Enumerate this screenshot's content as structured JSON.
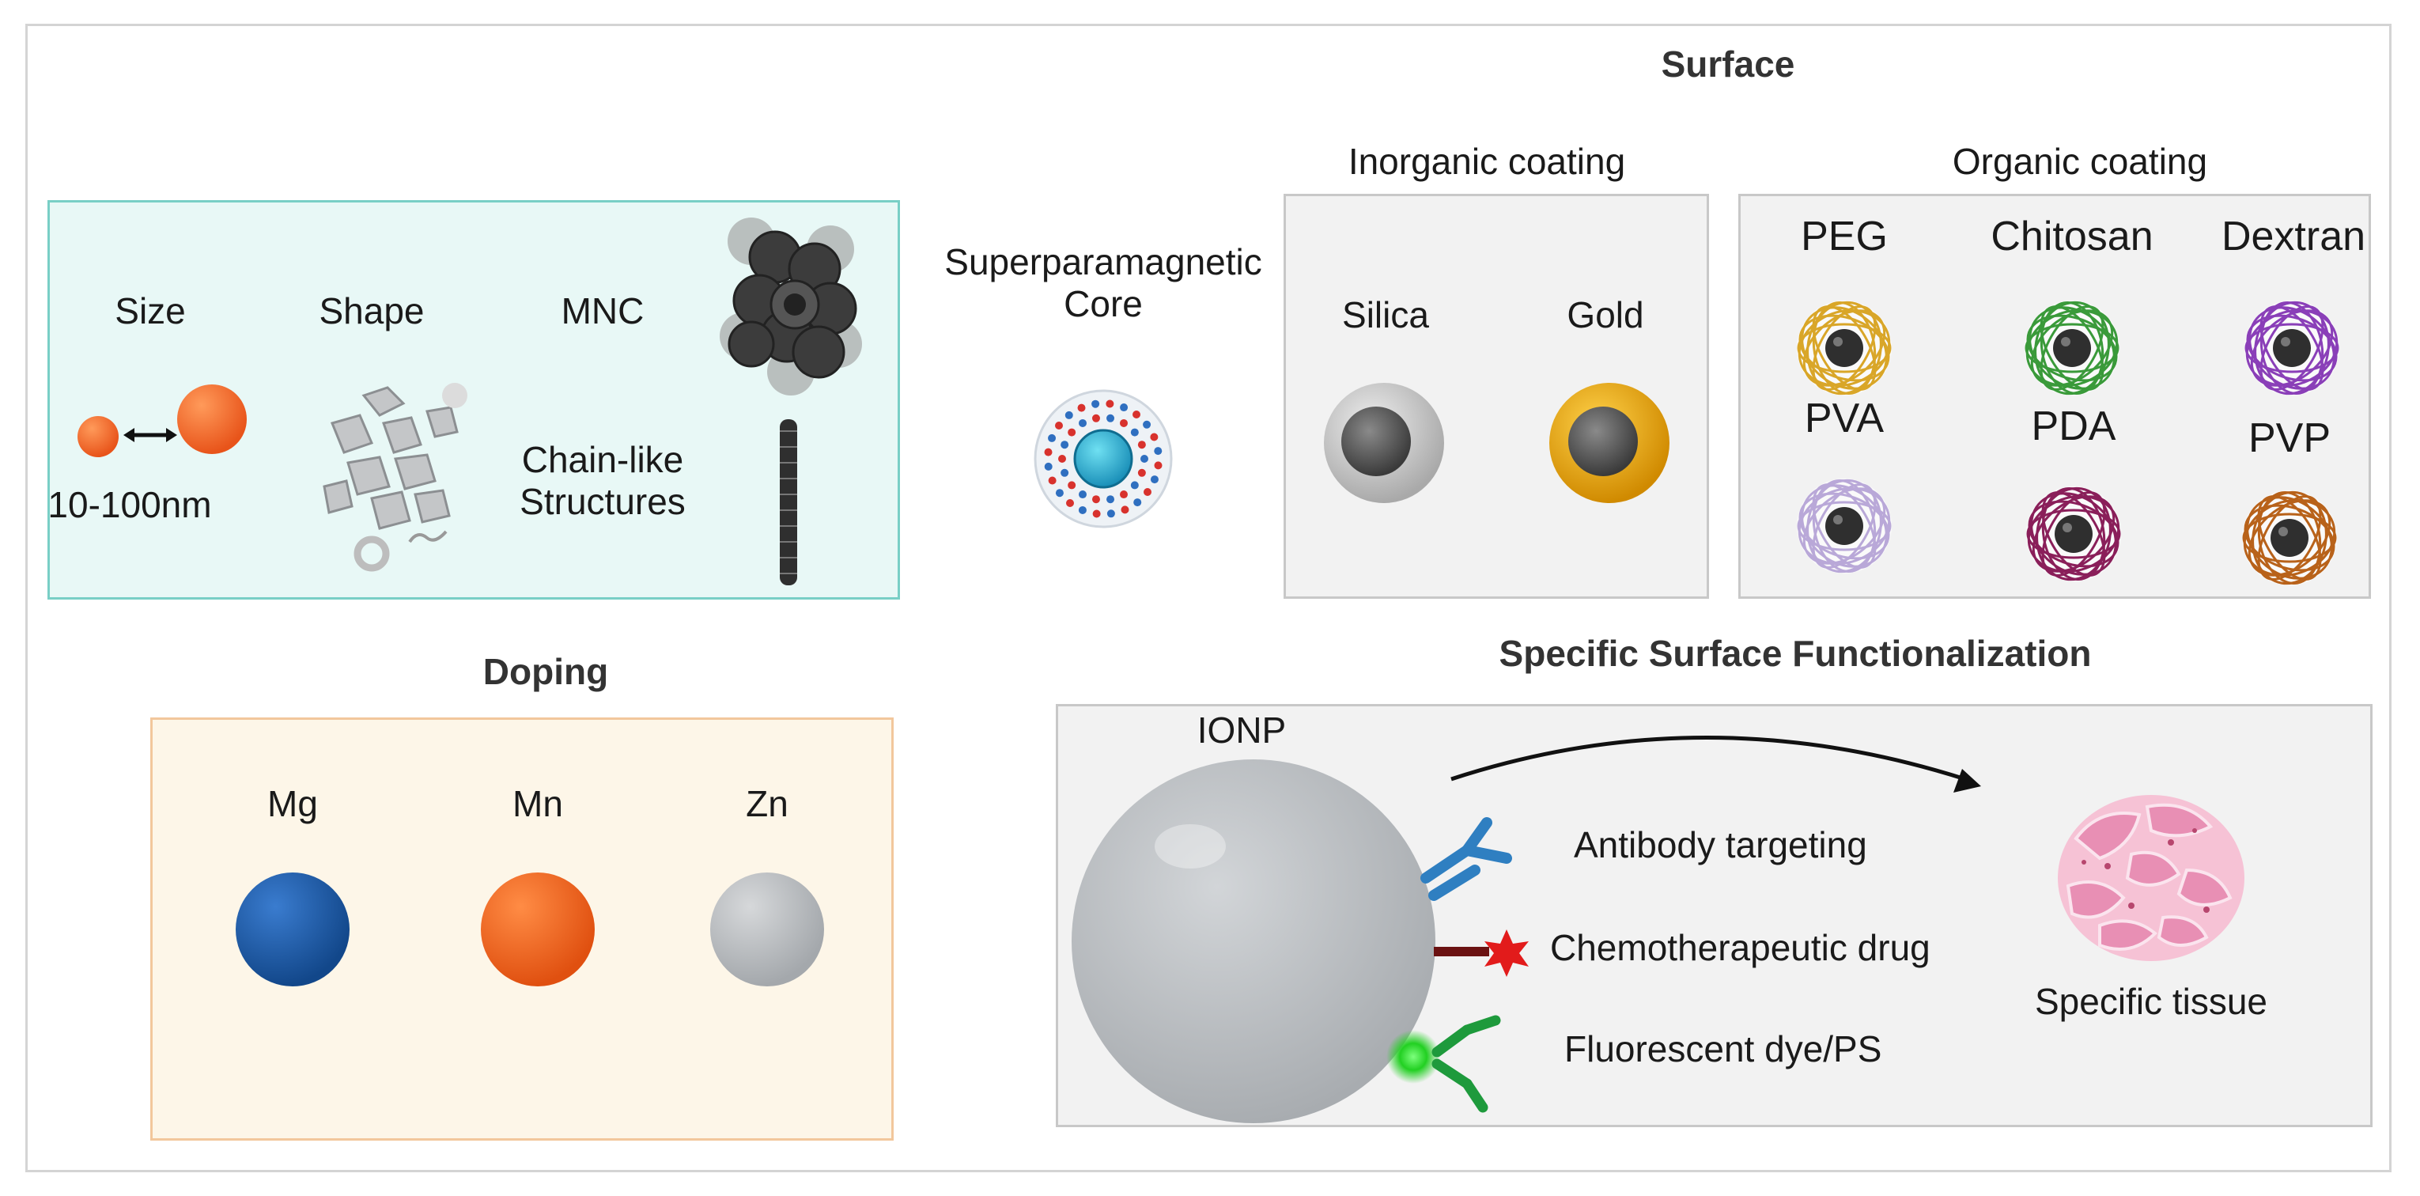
{
  "surface": {
    "title": "Surface",
    "core_label": "Superparamagnetic\nCore",
    "inorganic": {
      "title": "Inorganic coating",
      "items": [
        "Silica",
        "Gold"
      ]
    },
    "organic": {
      "title": "Organic coating",
      "items": [
        {
          "label": "PEG",
          "color": "#d9a628"
        },
        {
          "label": "Chitosan",
          "color": "#3a9a3a"
        },
        {
          "label": "Dextran",
          "color": "#8a3fb8"
        },
        {
          "label": "PVA",
          "color": "#b9a8d8"
        },
        {
          "label": "PDA",
          "color": "#8a1f5a"
        },
        {
          "label": "PVP",
          "color": "#b8621a"
        }
      ]
    }
  },
  "properties": {
    "size_label": "Size",
    "size_range": "10-100nm",
    "shape_label": "Shape",
    "mnc_label": "MNC",
    "chain_label": "Chain-like\nStructures"
  },
  "doping": {
    "title": "Doping",
    "items": [
      {
        "label": "Mg",
        "color": "#1c5a9e"
      },
      {
        "label": "Mn",
        "color": "#f06a24"
      },
      {
        "label": "Zn",
        "color": "#b8bcc0"
      }
    ]
  },
  "functionalization": {
    "title": "Specific Surface Functionalization",
    "particle_label": "IONP",
    "items": [
      "Antibody targeting",
      "Chemotherapeutic drug",
      "Fluorescent dye/PS"
    ],
    "target_label": "Specific tissue"
  }
}
